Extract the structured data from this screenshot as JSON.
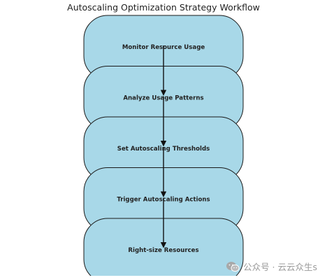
{
  "title": "Autoscaling Optimization Strategy Workflow",
  "colors": {
    "box_fill": "#a8d8e8",
    "box_stroke": "#1a1a1a",
    "arrow": "#111111",
    "text": "#222222",
    "watermark": "#9a9a9a"
  },
  "steps": [
    {
      "label": "Monitor Resource Usage"
    },
    {
      "label": "Analyze Usage Patterns"
    },
    {
      "label": "Set Autoscaling Thresholds"
    },
    {
      "label": "Trigger Autoscaling Actions"
    },
    {
      "label": "Right-size Resources"
    }
  ],
  "watermark": {
    "text": "公众号 · 云云众生s",
    "icon": "wechat-icon"
  }
}
